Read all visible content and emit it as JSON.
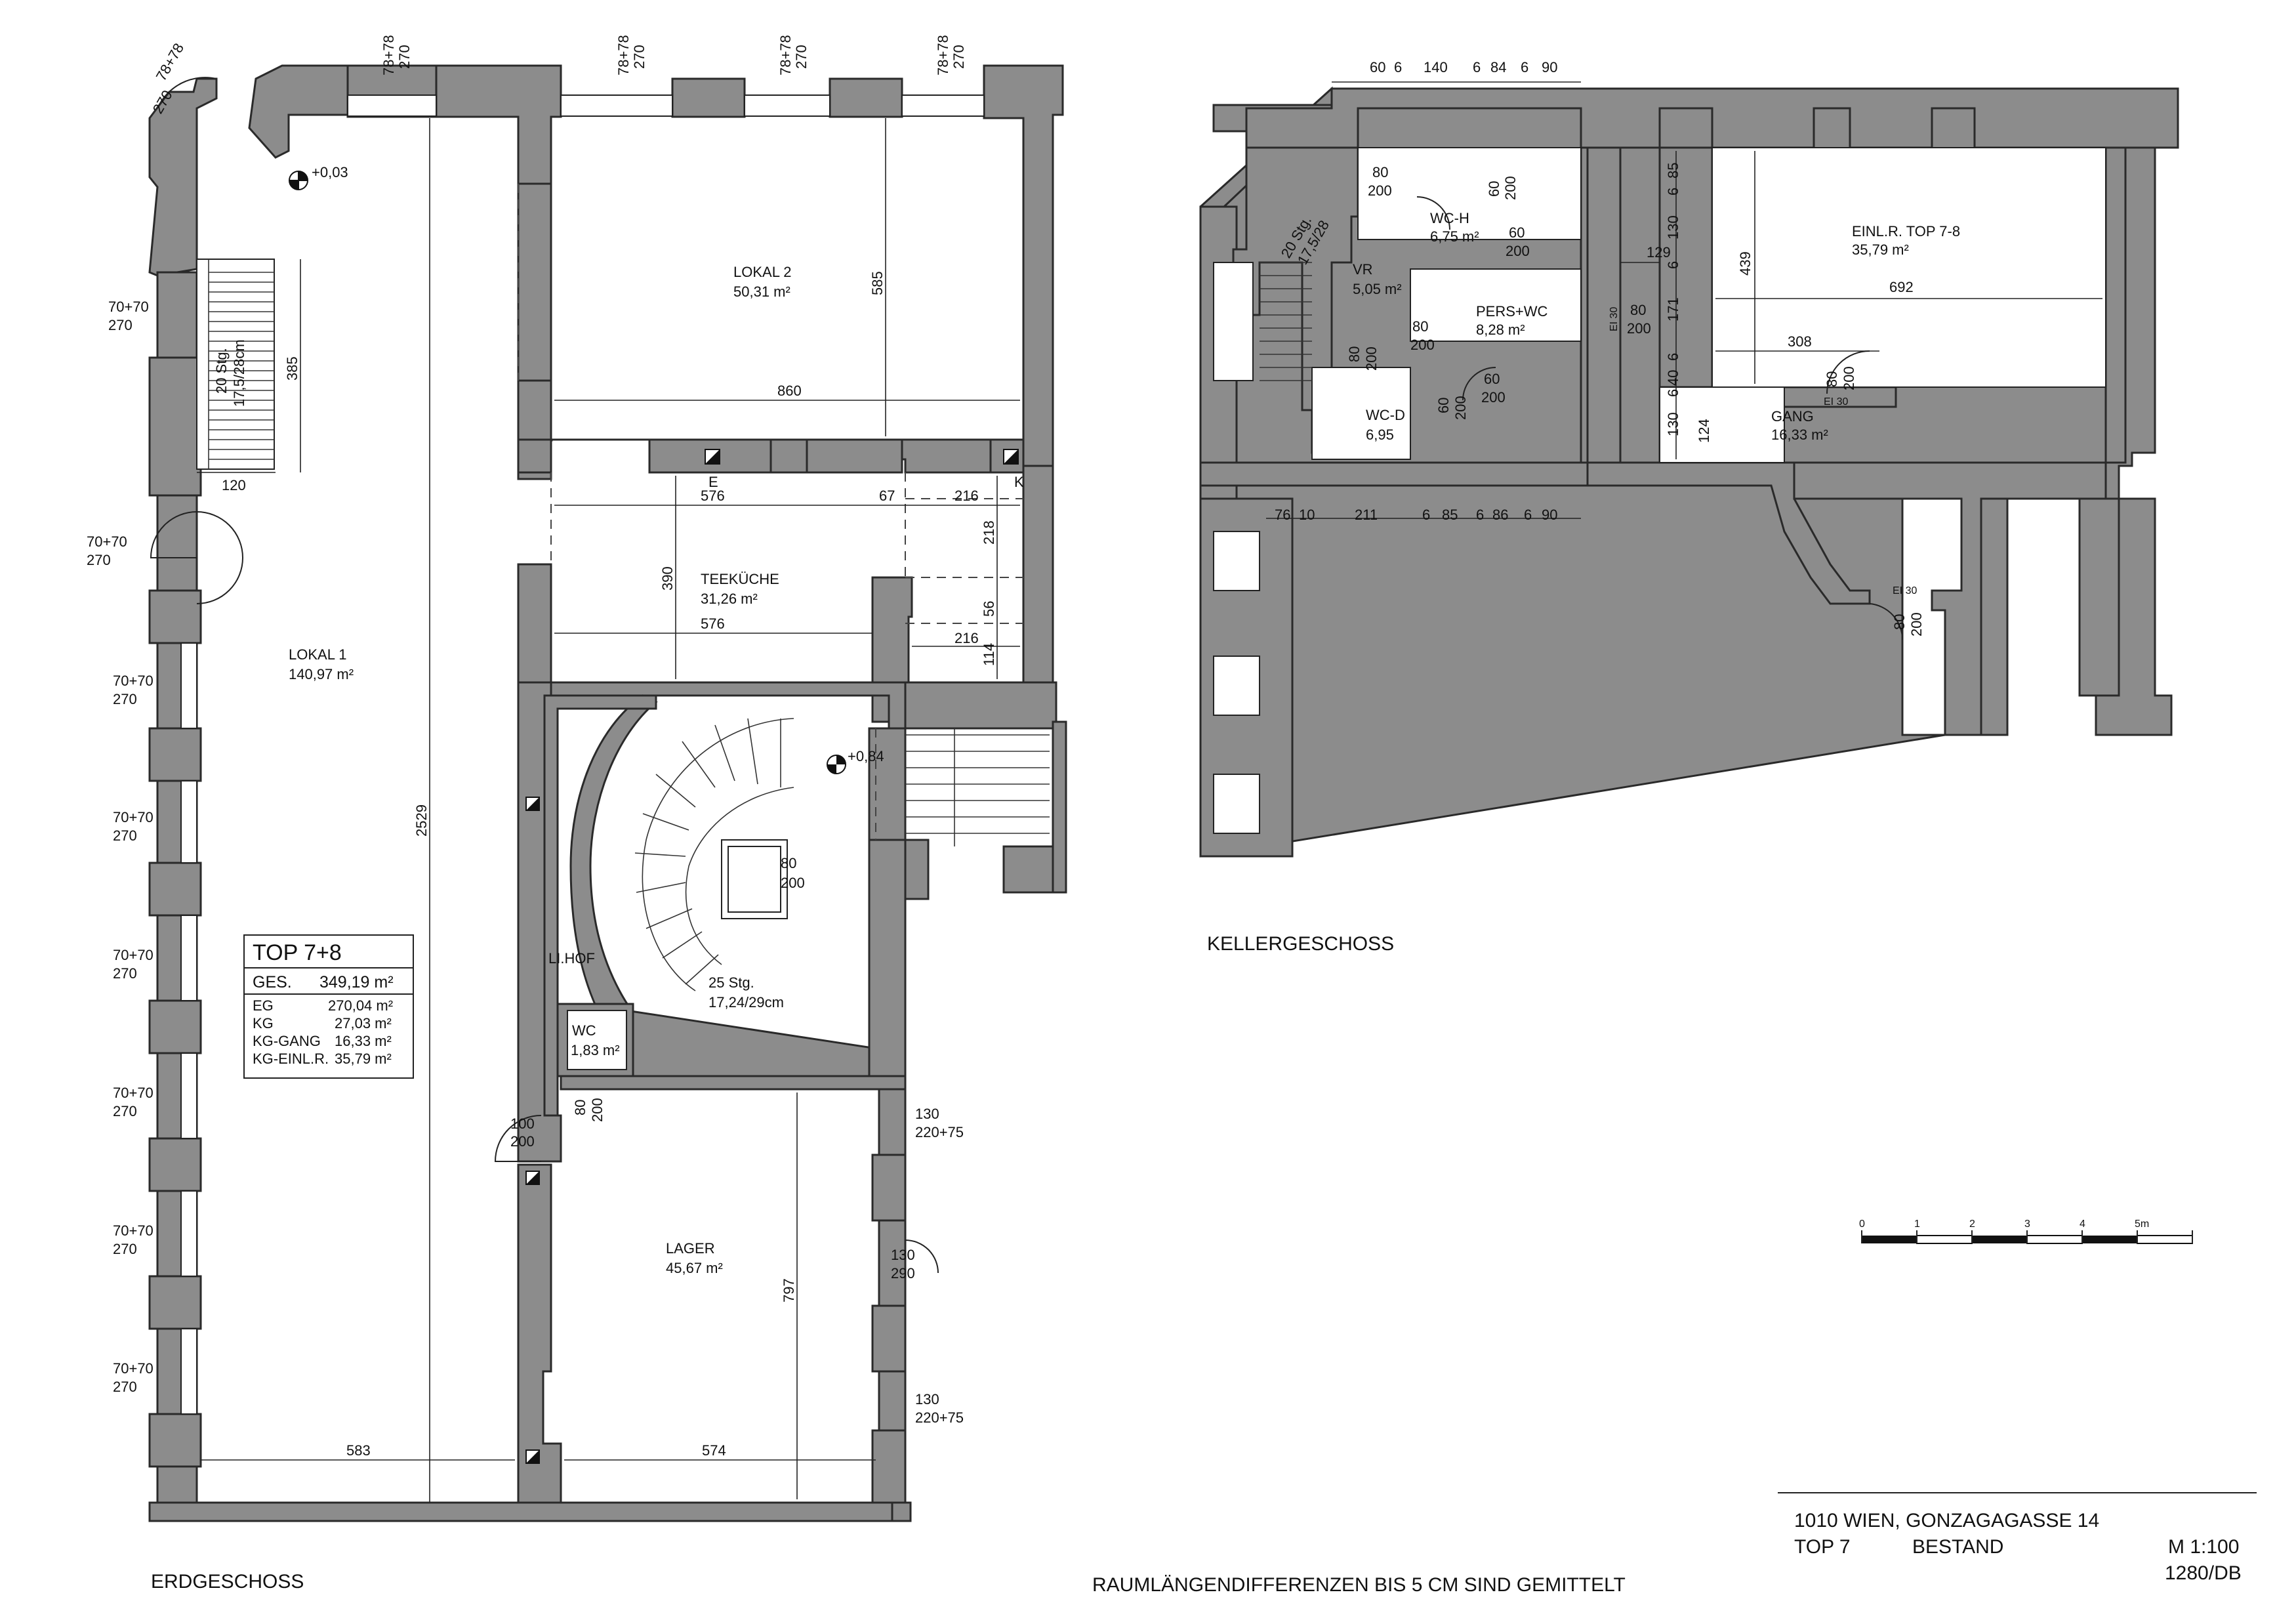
{
  "sheet": {
    "address": "1010 WIEN, GONZAGAGASSE 14",
    "unit": "TOP 7",
    "status": "BESTAND",
    "scale": "M 1:100",
    "plan_no": "1280/DB",
    "note": "RAUMLÄNGENDIFFERENZEN BIS 5 CM SIND GEMITTELT"
  },
  "floors": {
    "ground": "ERDGESCHOSS",
    "basement": "KELLERGESCHOSS"
  },
  "summary": {
    "title": "TOP 7+8",
    "total_label": "GES.",
    "total_value": "349,19 m²",
    "rows": [
      {
        "label": "EG",
        "value": "270,04 m²"
      },
      {
        "label": "KG",
        "value": "27,03 m²"
      },
      {
        "label": "KG-GANG",
        "value": "16,33 m²"
      },
      {
        "label": "KG-EINL.R.",
        "value": "35,79 m²"
      }
    ]
  },
  "ground_rooms": {
    "lokal1": {
      "name": "LOKAL 1",
      "area": "140,97 m²"
    },
    "lokal2": {
      "name": "LOKAL 2",
      "area": "50,31 m²"
    },
    "teekueche": {
      "name": "TEEKÜCHE",
      "area": "31,26 m²"
    },
    "lager": {
      "name": "LAGER",
      "area": "45,67 m²"
    },
    "wc": {
      "name": "WC",
      "area": "1,83 m²"
    },
    "lihof": {
      "name": "LI.HOF"
    },
    "stairs_main": {
      "count": "25 Stg.",
      "dims": "17,24/29cm"
    },
    "stairs_side": {
      "count": "20 Stg.",
      "dims": "17,5/28cm"
    }
  },
  "basement_rooms": {
    "vr": {
      "name": "VR",
      "area": "5,05 m²"
    },
    "wch": {
      "name": "WC-H",
      "area": "6,75 m²"
    },
    "pers": {
      "name": "PERS+WC",
      "area": "8,28 m²"
    },
    "wcd": {
      "name": "WC-D",
      "area": "6,95"
    },
    "einl": {
      "name": "EINL.R. TOP 7-8",
      "area": "35,79 m²"
    },
    "gang": {
      "name": "GANG",
      "area": "16,33 m²"
    },
    "stairs": {
      "count": "20 Stg.",
      "dims": "17,5/28"
    }
  },
  "levels": {
    "entry": "+0,03",
    "stair": "+0,84"
  },
  "ground_dims": {
    "d2529": "2529",
    "d585": "585",
    "d860": "860",
    "d385": "385",
    "d120": "120",
    "d576a": "576",
    "d67": "67",
    "d216a": "216",
    "d390": "390",
    "d576b": "576",
    "d218": "218",
    "d56": "56",
    "d216b": "216",
    "d114": "114",
    "d797": "797",
    "d583": "583",
    "d574": "574",
    "d80": "80",
    "d200": "200"
  },
  "ground_openings": {
    "top1_a": "78+78",
    "top1_b": "270",
    "top2_a": "78+78",
    "top2_b": "270",
    "top3_a": "78+78",
    "top3_b": "270",
    "top4_a": "78+78",
    "top4_b": "270",
    "corner_a": "78+78",
    "corner_b": "270",
    "left1_a": "70+70",
    "left1_b": "270",
    "left2_a": "70+70",
    "left2_b": "270",
    "left3_a": "70+70",
    "left3_b": "270",
    "left4_a": "70+70",
    "left4_b": "270",
    "left5_a": "70+70",
    "left5_b": "270",
    "left6_a": "70+70",
    "left6_b": "270",
    "left7_a": "70+70",
    "left7_b": "270",
    "left8_a": "70+70",
    "left8_b": "270",
    "entry_a": "100",
    "entry_b": "200",
    "wc_a": "80",
    "wc_b": "200",
    "r1_a": "130",
    "r1_b": "220+75",
    "r2_a": "130",
    "r2_b": "290",
    "r3_a": "130",
    "r3_b": "220+75",
    "shaft_e": "E",
    "shaft_k": "K"
  },
  "basement_dims": {
    "top": [
      "60",
      "6",
      "140",
      "6",
      "84",
      "6",
      "90"
    ],
    "bottom": [
      "76",
      "10",
      "211",
      "6",
      "85",
      "6",
      "86",
      "6",
      "90"
    ],
    "right_col": [
      "85",
      "6",
      "130",
      "6",
      "171",
      "6",
      "40",
      "6",
      "130"
    ],
    "d129": "129",
    "d439": "439",
    "d692": "692",
    "d308": "308",
    "d124": "124",
    "doors": [
      {
        "a": "80",
        "b": "200"
      },
      {
        "a": "60",
        "b": "200"
      },
      {
        "a": "60",
        "b": "200"
      },
      {
        "a": "80",
        "b": "200"
      },
      {
        "a": "80",
        "b": "200"
      },
      {
        "a": "60",
        "b": "200"
      },
      {
        "a": "60",
        "b": "200"
      },
      {
        "a": "80",
        "b": "200"
      },
      {
        "a": "80",
        "b": "200"
      },
      {
        "a": "80",
        "b": "200"
      }
    ],
    "ei30": "EI 30"
  },
  "scale_bar": {
    "labels": [
      "0",
      "1",
      "2",
      "3",
      "4",
      "5m"
    ]
  }
}
